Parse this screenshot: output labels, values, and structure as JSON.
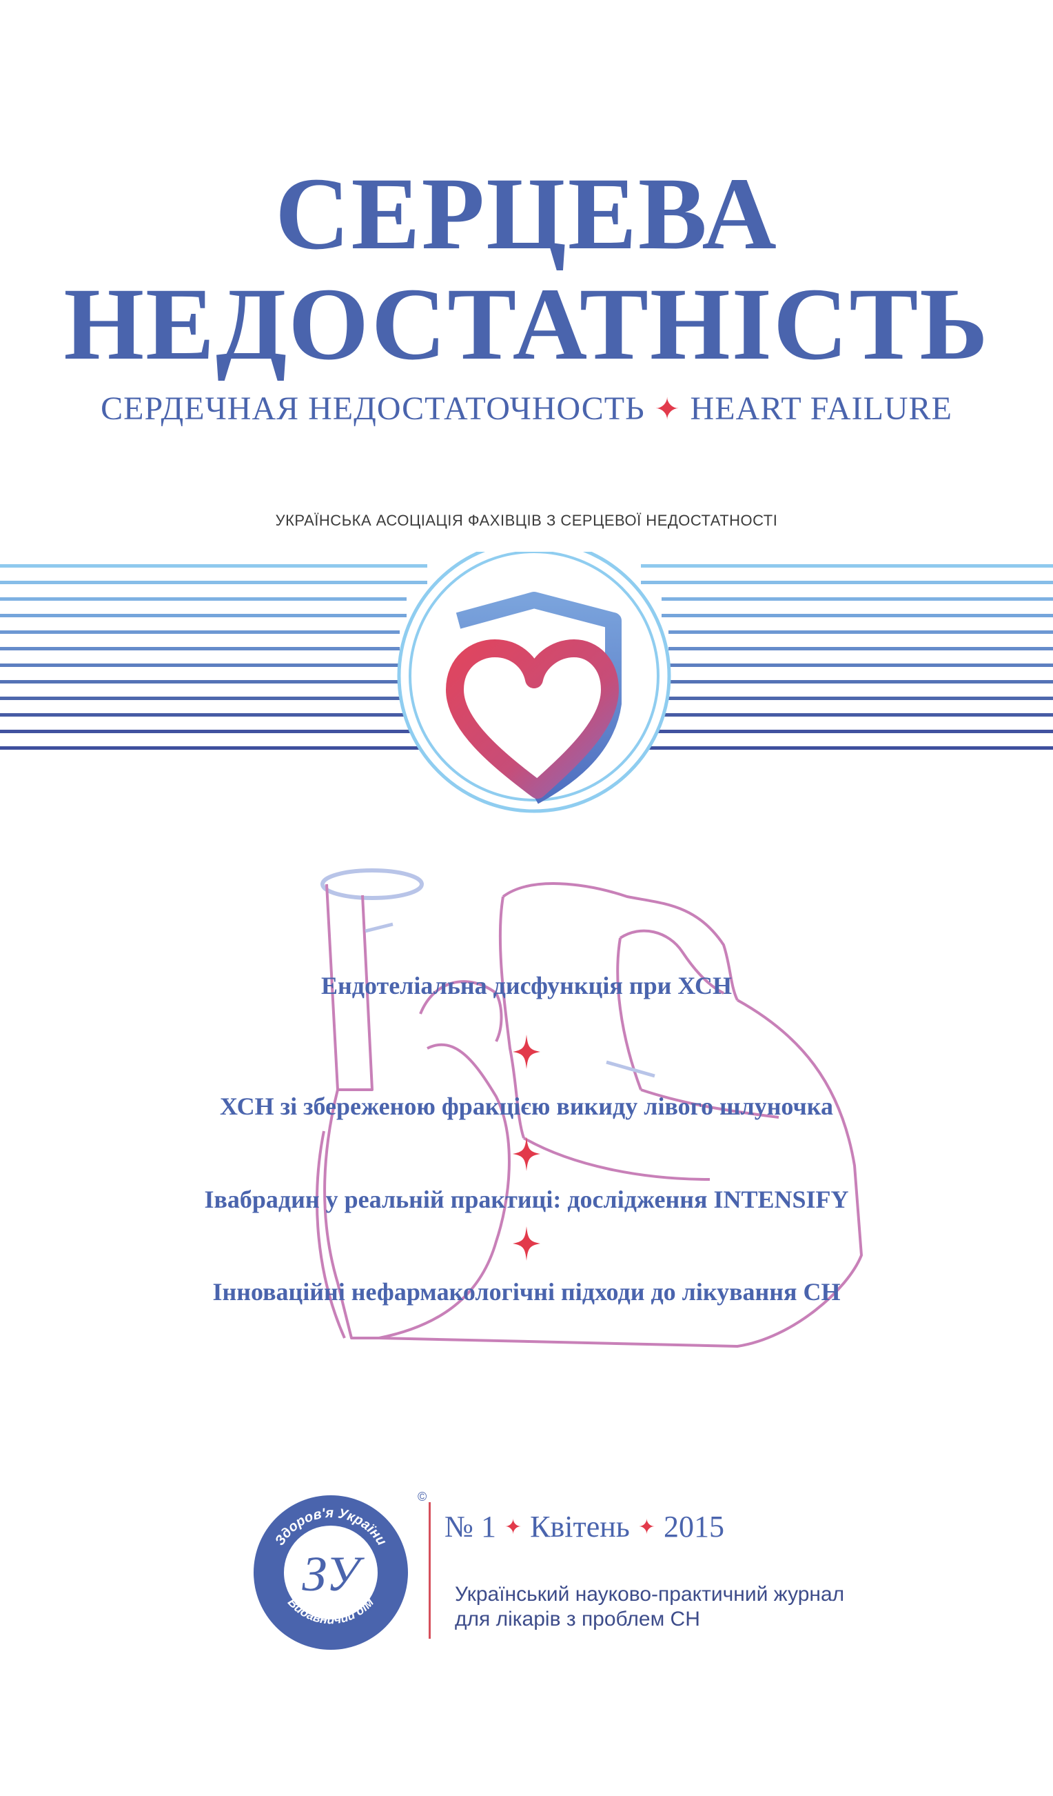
{
  "title": {
    "line1": "СЕРЦЕВА",
    "line2": "НЕДОСТАТНІСТЬ",
    "subtitle_ru": "СЕРДЕЧНАЯ НЕДОСТАТОЧНОСТЬ",
    "subtitle_en": "HEART FAILURE"
  },
  "association": "УКРАЇНСЬКА АСОЦІАЦІЯ ФАХІВЦІВ З СЕРЦЕВОЇ НЕДОСТАТНОСТІ",
  "topics": [
    "Ендотеліальна дисфункція при ХСН",
    "ХСН зі збереженою фракцією викиду лівого шлуночка",
    "Івабрадин у реальній практиці: дослідження INTENSIFY",
    "Інноваційні нефармакологічні підходи до лікування СН"
  ],
  "issue": {
    "number": "№ 1",
    "month": "Квітень",
    "year": "2015"
  },
  "description": {
    "line1": "Український науково-практичний журнал",
    "line2": "для лікарів з проблем СН"
  },
  "publisher_logo": {
    "ring_top": "Здоров'я України",
    "ring_bottom": "Видавничий дім",
    "monogram": "ЗУ",
    "copyright": "©"
  },
  "colors": {
    "brand_blue": "#4a64ad",
    "accent_red": "#e23a4b",
    "stripe_light": "#8fc9ee",
    "stripe_dark": "#3e4f9d",
    "heart_outline": "#c880b8"
  },
  "icons": [
    "heart-shield-emblem-icon",
    "heart-illustration-icon",
    "star-separator-icon",
    "publisher-logo-icon"
  ]
}
